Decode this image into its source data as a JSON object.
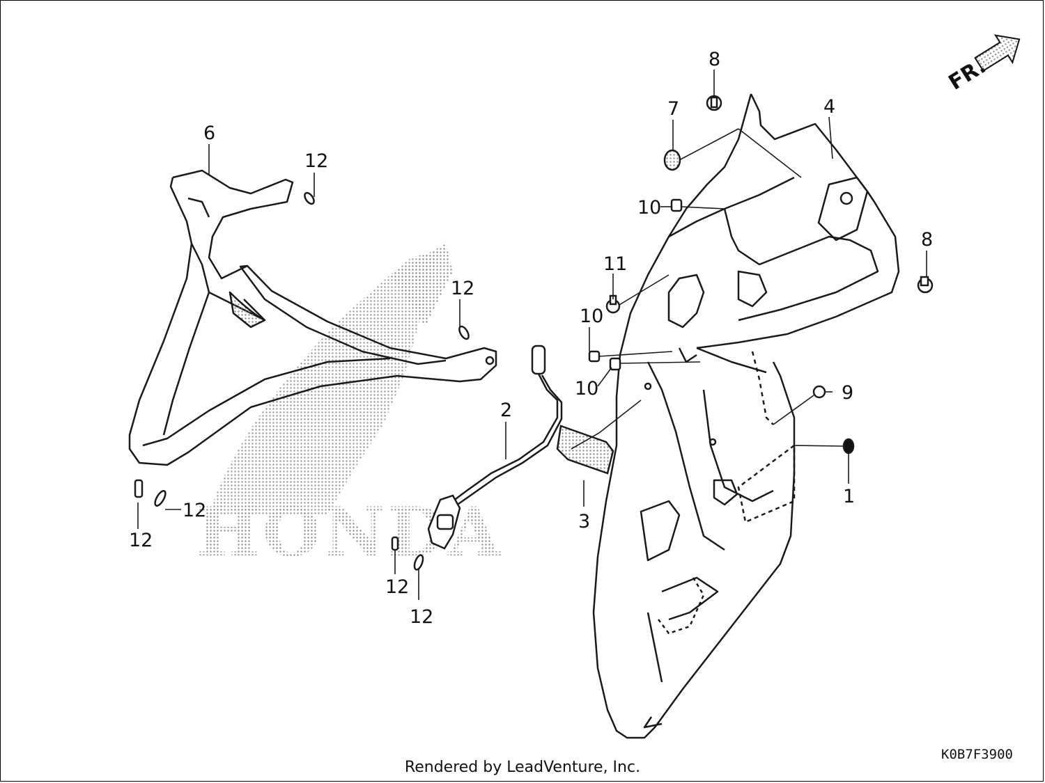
{
  "watermark": {
    "brand": "HONDA"
  },
  "direction_marker": {
    "label": "FR."
  },
  "callouts": [
    {
      "id": "part-1",
      "label": "1"
    },
    {
      "id": "part-2",
      "label": "2"
    },
    {
      "id": "part-3",
      "label": "3"
    },
    {
      "id": "part-4",
      "label": "4"
    },
    {
      "id": "part-6",
      "label": "6"
    },
    {
      "id": "part-7",
      "label": "7"
    },
    {
      "id": "part-8a",
      "label": "8"
    },
    {
      "id": "part-8b",
      "label": "8"
    },
    {
      "id": "part-9",
      "label": "9"
    },
    {
      "id": "part-10a",
      "label": "10"
    },
    {
      "id": "part-10b",
      "label": "10"
    },
    {
      "id": "part-10c",
      "label": "10"
    },
    {
      "id": "part-11",
      "label": "11"
    },
    {
      "id": "part-12a",
      "label": "12"
    },
    {
      "id": "part-12b",
      "label": "12"
    },
    {
      "id": "part-12c",
      "label": "12"
    },
    {
      "id": "part-12d",
      "label": "12"
    },
    {
      "id": "part-12e",
      "label": "12"
    },
    {
      "id": "part-12f",
      "label": "12"
    }
  ],
  "footer": {
    "credit": "Rendered by LeadVenture, Inc.",
    "diagram_code": "K0B7F3900"
  },
  "colors": {
    "line": "#1a1a1a",
    "watermark": "#9a9a9a",
    "background": "#ffffff"
  }
}
